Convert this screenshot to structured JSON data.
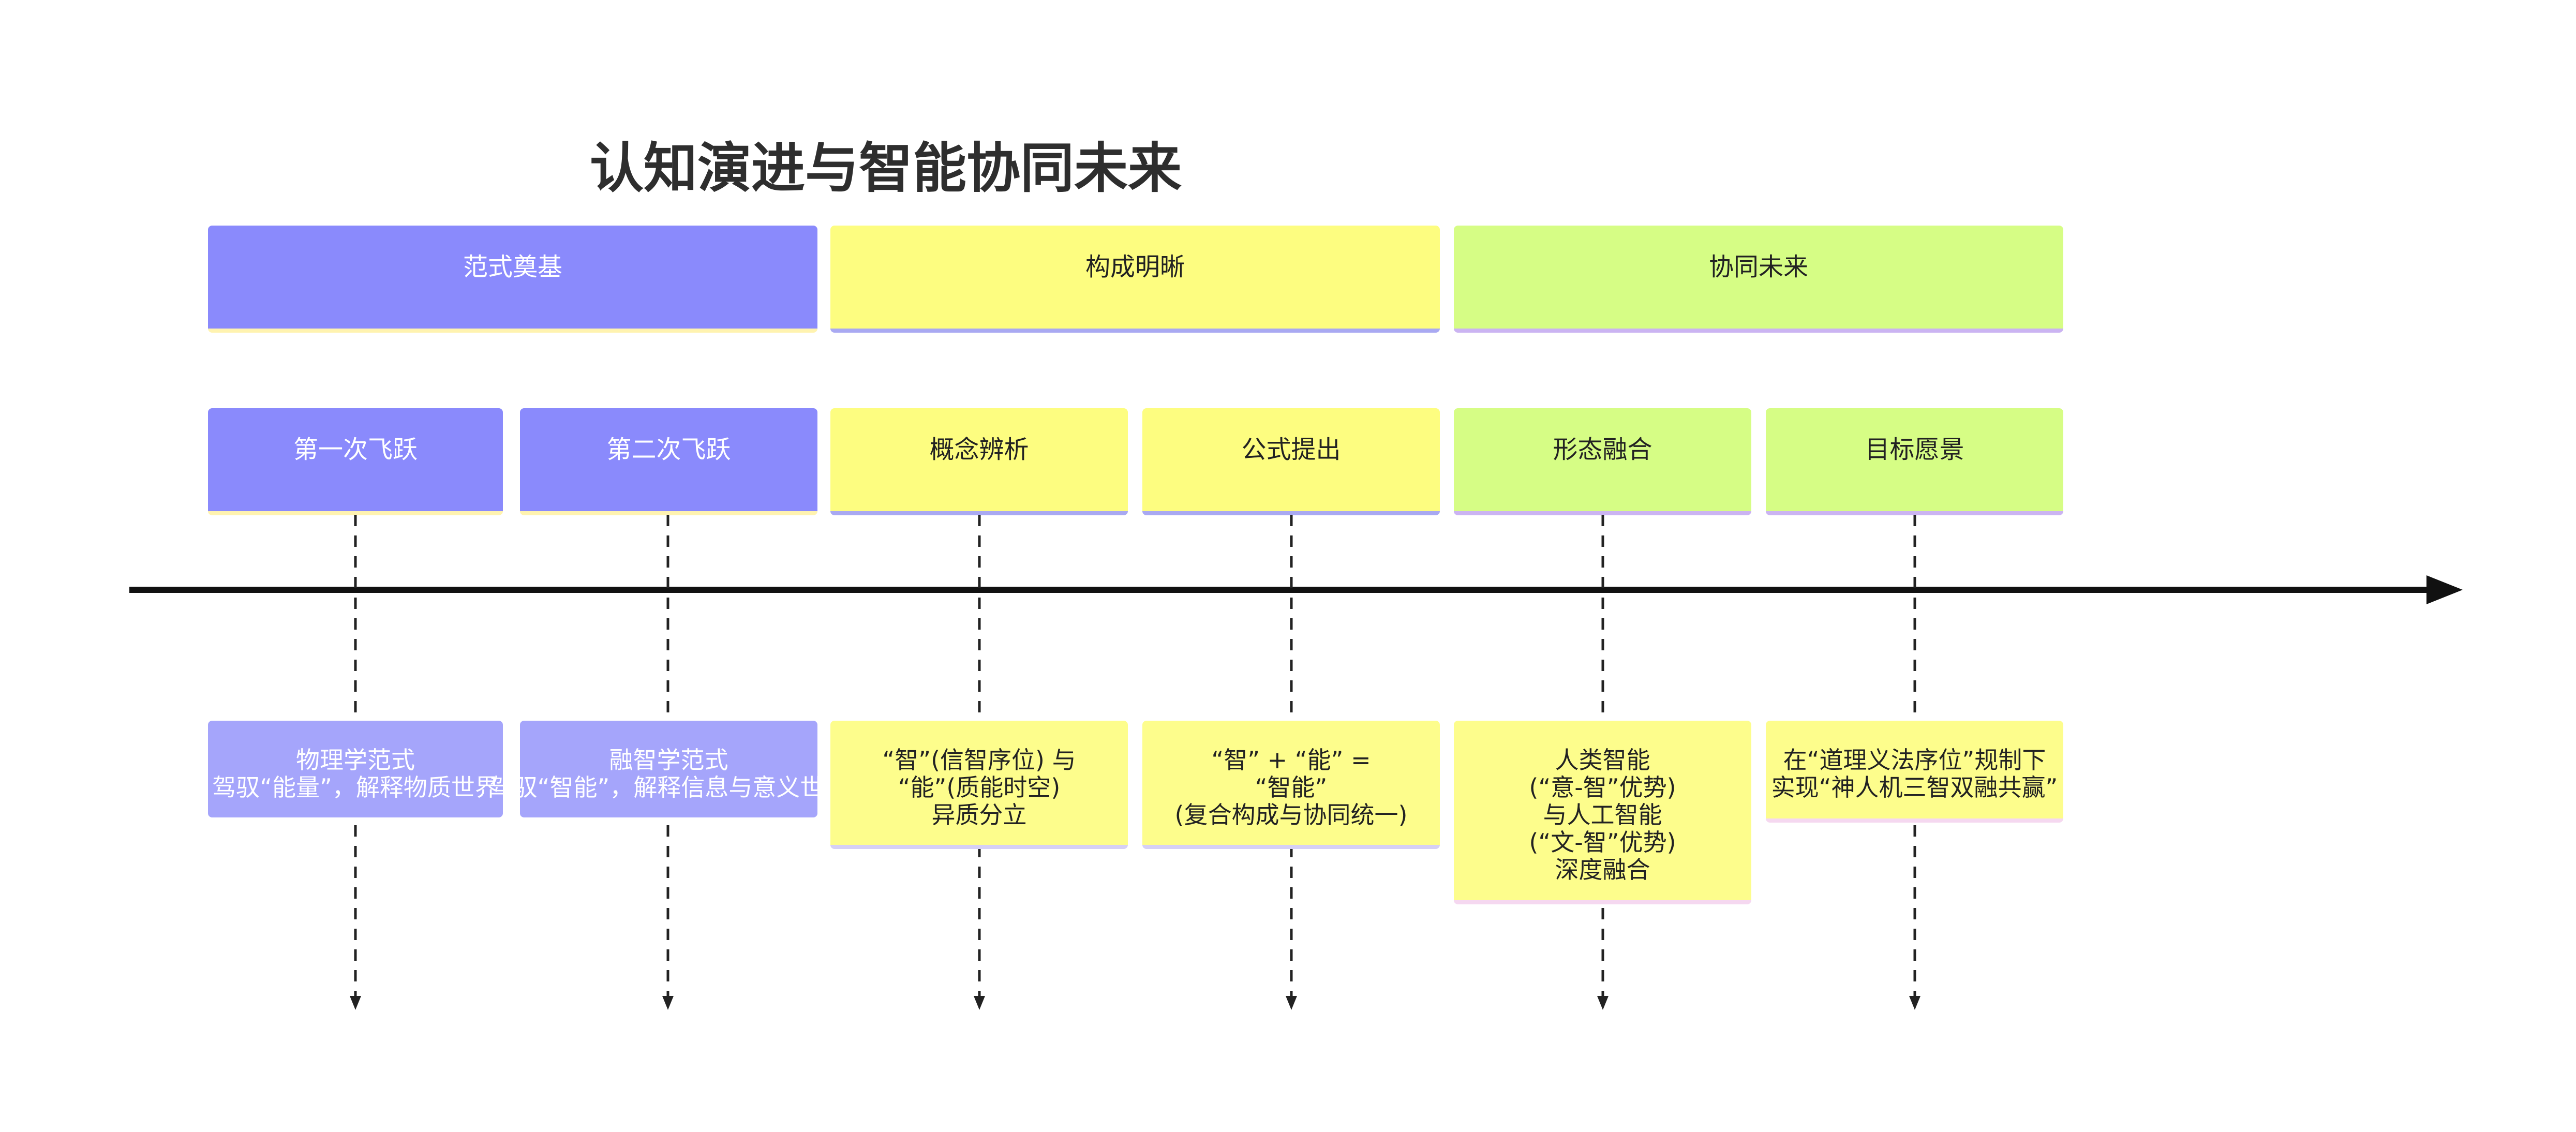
{
  "title": "认知演进与智能协同未来",
  "phases": [
    {
      "label": "范式奠基",
      "color": "#8a8afc"
    },
    {
      "label": "构成明晰",
      "color": "#fdfd80"
    },
    {
      "label": "协同未来",
      "color": "#d6fd85"
    }
  ],
  "stages": [
    {
      "label": "第一次飞跃"
    },
    {
      "label": "第二次飞跃"
    },
    {
      "label": "概念辨析"
    },
    {
      "label": "公式提出"
    },
    {
      "label": "形态融合"
    },
    {
      "label": "目标愿景"
    }
  ],
  "details": [
    {
      "lines": [
        "物理学范式",
        "驾驭“能量”，解释物质世界"
      ]
    },
    {
      "lines": [
        "融智学范式",
        "驾驭“智能”，解释信息与意义世界"
      ]
    },
    {
      "lines": [
        "“智”(信智序位) 与",
        "“能”(质能时空)",
        "异质分立"
      ]
    },
    {
      "lines": [
        "“智” + “能” =",
        "“智能”",
        "(复合构成与协同统一)"
      ]
    },
    {
      "lines": [
        "人类智能",
        "(“意-智”优势)",
        "与人工智能",
        "(“文-智”优势)",
        "深度融合"
      ]
    },
    {
      "lines": [
        "在“道理义法序位”规制下",
        "实现“神人机三智双融共赢”"
      ]
    }
  ]
}
